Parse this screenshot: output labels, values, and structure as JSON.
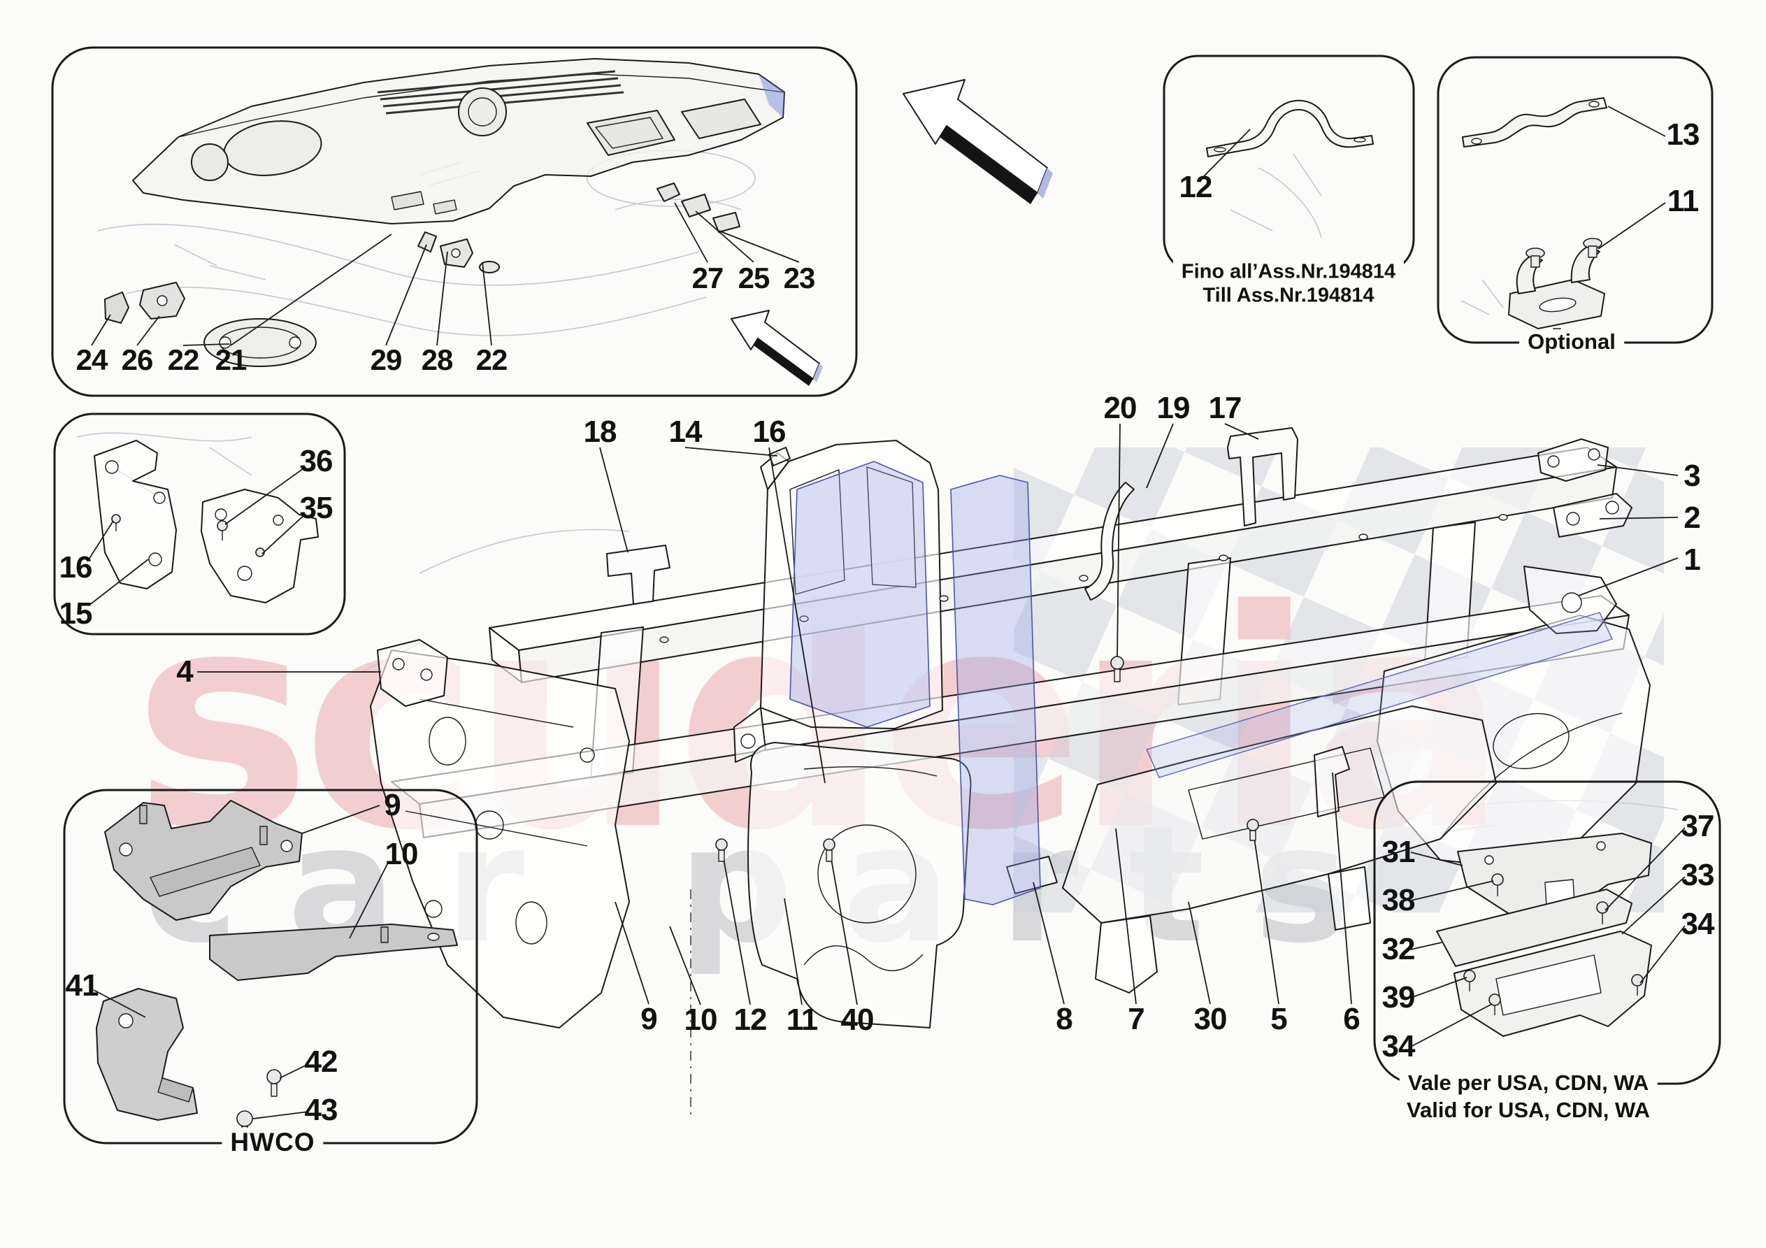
{
  "colors": {
    "background": "#fbfbf9",
    "line": "#1a1a1a",
    "watermark_pink": "#e06670",
    "watermark_gray": "#9a9aa0",
    "part_tint_blue": "#96a2e6",
    "part_tint_pink": "#f3c4c9"
  },
  "watermark": {
    "word_large": "scuderia",
    "word_small": "car parts"
  },
  "boxes": {
    "dashboard": {
      "c24": "24",
      "c26": "26",
      "c22_left": "22",
      "c21": "21",
      "c29": "29",
      "c28": "28",
      "c22_right": "22",
      "c27": "27",
      "c25": "25",
      "c23": "23"
    },
    "until_assembly": {
      "c12": "12",
      "caption_line1": "Fino all’Ass.Nr.194814",
      "caption_line2": "Till Ass.Nr.194814"
    },
    "optional": {
      "c13": "13",
      "c11": "11",
      "caption": "Optional"
    },
    "bracket_detail": {
      "c36": "36",
      "c35": "35",
      "c16": "16",
      "c15": "15",
      "c4": "4"
    },
    "hwco": {
      "c9": "9",
      "c10": "10",
      "c41": "41",
      "c42": "42",
      "c43": "43",
      "caption": "HWCO"
    },
    "usa_cdn_wa": {
      "c31": "31",
      "c38": "38",
      "c32": "32",
      "c39": "39",
      "c34_left": "34",
      "c37": "37",
      "c33": "33",
      "c34_right": "34",
      "caption_line1": "Vale per USA, CDN, WA",
      "caption_line2": "Valid for USA, CDN, WA"
    }
  },
  "frame": {
    "c18": "18",
    "c14": "14",
    "c16": "16",
    "c20": "20",
    "c19": "19",
    "c17": "17",
    "c3": "3",
    "c2": "2",
    "c1": "1",
    "c9": "9",
    "c10": "10",
    "c12": "12",
    "c11": "11",
    "c40": "40",
    "c8": "8",
    "c7": "7",
    "c30": "30",
    "c5": "5",
    "c6": "6"
  }
}
